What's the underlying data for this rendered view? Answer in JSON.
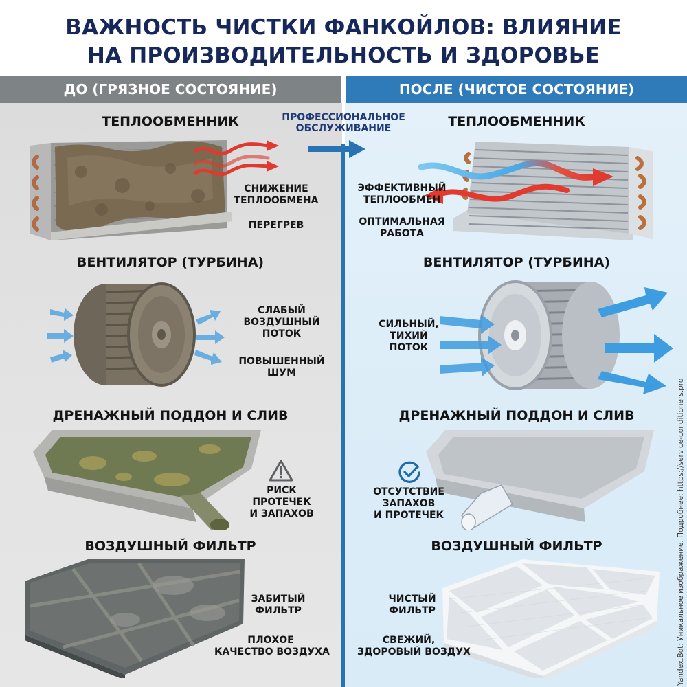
{
  "title": {
    "line1": "ВАЖНОСТЬ ЧИСТКИ ФАНКОЙЛОВ: ВЛИЯНИЕ",
    "line2": "НА ПРОИЗВОДИТЕЛЬНОСТЬ И ЗДОРОВЬЕ"
  },
  "columns": {
    "before": {
      "label": "ДО (ГРЯЗНОЕ СОСТОЯНИЕ)",
      "color": "#7e8486"
    },
    "after": {
      "label": "ПОСЛЕ (ЧИСТОЕ СОСТОЯНИЕ)",
      "color": "#2f7ab8"
    }
  },
  "service": {
    "line1": "ПРОФЕССИОНАЛЬНОЕ",
    "line2": "ОБСЛУЖИВАНИЕ",
    "icon": "arrow-right-icon"
  },
  "before": {
    "heat_exchanger": {
      "title": "ТЕПЛООБМЕННИК",
      "notes": [
        {
          "lines": [
            "СНИЖЕНИЕ",
            "ТЕПЛООБМЕНА"
          ]
        },
        {
          "lines": [
            "ПЕРЕГРЕВ"
          ]
        }
      ]
    },
    "fan": {
      "title": "ВЕНТИЛЯТОР (ТУРБИНА)",
      "notes": [
        {
          "lines": [
            "СЛАБЫЙ",
            "ВОЗДУШНЫЙ",
            "ПОТОК"
          ]
        },
        {
          "lines": [
            "ПОВЫШЕННЫЙ",
            "ШУМ"
          ]
        }
      ]
    },
    "drain": {
      "title": "ДРЕНАЖНЫЙ ПОДДОН И СЛИВ",
      "icon": "warning-icon",
      "notes": [
        {
          "lines": [
            "РИСК",
            "ПРОТЕЧЕК",
            "И ЗАПАХОВ"
          ]
        }
      ]
    },
    "filter": {
      "title": "ВОЗДУШНЫЙ ФИЛЬТР",
      "notes": [
        {
          "lines": [
            "ЗАБИТЫЙ",
            "ФИЛЬТР"
          ]
        },
        {
          "lines": [
            "ПЛОХОЕ",
            "КАЧЕСТВО ВОЗДУХА"
          ]
        }
      ]
    }
  },
  "after": {
    "heat_exchanger": {
      "title": "ТЕПЛООБМЕННИК",
      "notes": [
        {
          "lines": [
            "ЭФФЕКТИВНЫЙ",
            "ТЕПЛООБМЕН"
          ]
        },
        {
          "lines": [
            "ОПТИМАЛЬНАЯ",
            "РАБОТА"
          ]
        }
      ]
    },
    "fan": {
      "title": "ВЕНТИЛЯТОР (ТУРБИНА)",
      "notes": [
        {
          "lines": [
            "СИЛЬНЫЙ,",
            "ТИХИЙ",
            "ПОТОК"
          ]
        }
      ]
    },
    "drain": {
      "title": "ДРЕНАЖНЫЙ ПОДДОН И СЛИВ",
      "icon": "check-circle-icon",
      "notes": [
        {
          "lines": [
            "ОТСУТСТВИЕ",
            "ЗАПАХОВ",
            "И ПРОТЕЧЕК"
          ]
        }
      ]
    },
    "filter": {
      "title": "ВОЗДУШНЫЙ ФИЛЬТР",
      "notes": [
        {
          "lines": [
            "ЧИСТЫЙ",
            "ФИЛЬТР"
          ]
        },
        {
          "lines": [
            "СВЕЖИЙ,",
            "ЗДОРОВЫЙ ВОЗДУХ"
          ]
        }
      ]
    }
  },
  "watermark": "Yandex.Bot: Уникальное изображение. Подробнее: https://service-conditioners.pro"
}
